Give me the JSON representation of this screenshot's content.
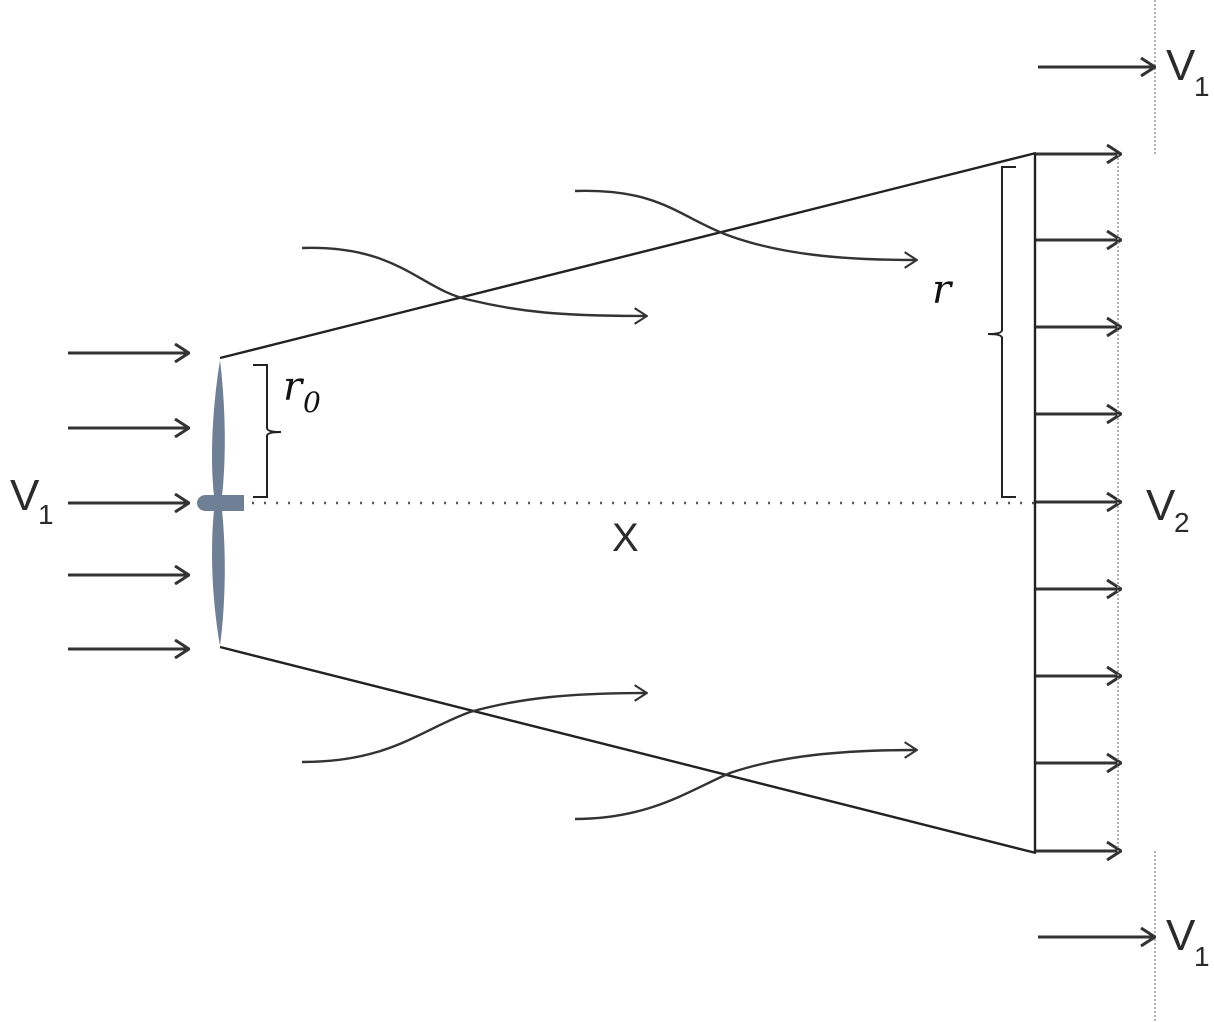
{
  "labels": {
    "v1_left": "V",
    "v1_left_sub": "1",
    "v1_top": "V",
    "v1_top_sub": "1",
    "v1_bottom": "V",
    "v1_bottom_sub": "1",
    "v2": "V",
    "v2_sub": "2",
    "x": "X",
    "r": "r",
    "r0": "r",
    "r0_sub": "0"
  },
  "colors": {
    "rotor": "#6e7f96",
    "lines": "#222222"
  }
}
